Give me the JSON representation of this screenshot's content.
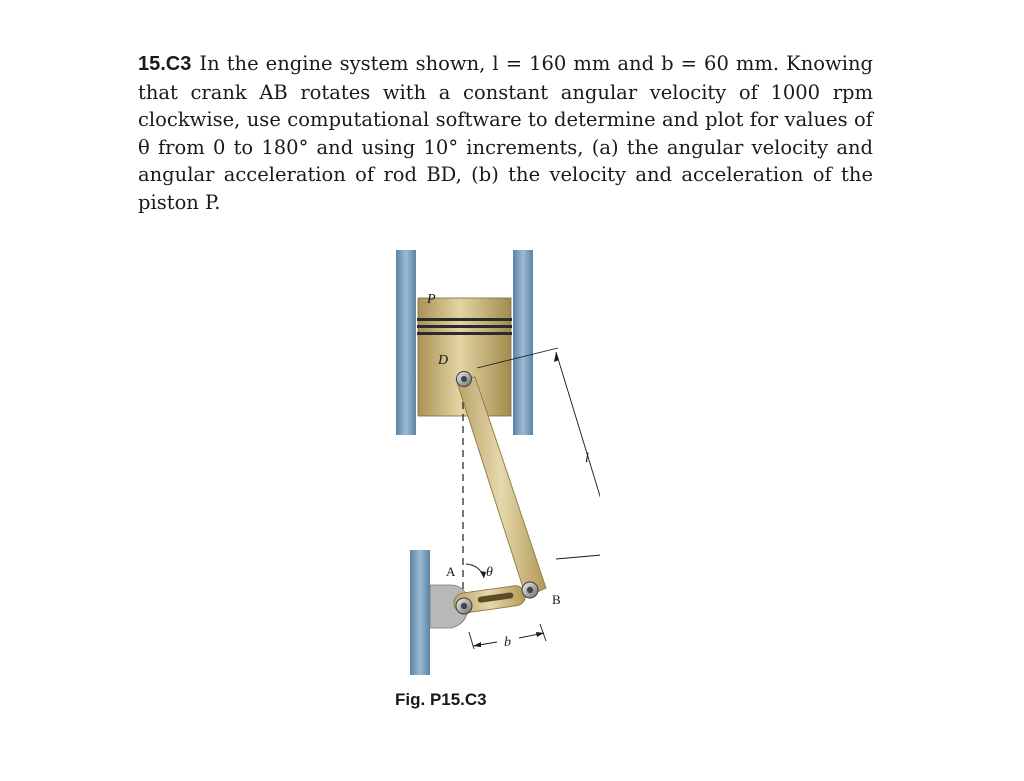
{
  "problem": {
    "number": "15.C3",
    "text": "In the engine system shown, l = 160 mm and b = 60 mm. Knowing that crank AB rotates with a constant angular velocity of 1000 rpm clockwise, use computational software to determine and plot for values of θ from 0 to 180° and using 10° increments, (a) the angular velocity and angular acceleration of rod BD, (b) the velocity and acceleration of the piston P."
  },
  "figure": {
    "labels": {
      "piston": "P",
      "pin_d": "D",
      "length": "l",
      "point_a": "A",
      "angle": "θ",
      "point_b": "B",
      "crank_length": "b"
    },
    "caption": "Fig. P15.C3",
    "colors": {
      "wall": "#7a9fbf",
      "wall_dark": "#4f7695",
      "piston": "#c9b47a",
      "piston_dark": "#8f7a43",
      "rod": "#cdb985",
      "ink": "#1a1a1a"
    }
  }
}
